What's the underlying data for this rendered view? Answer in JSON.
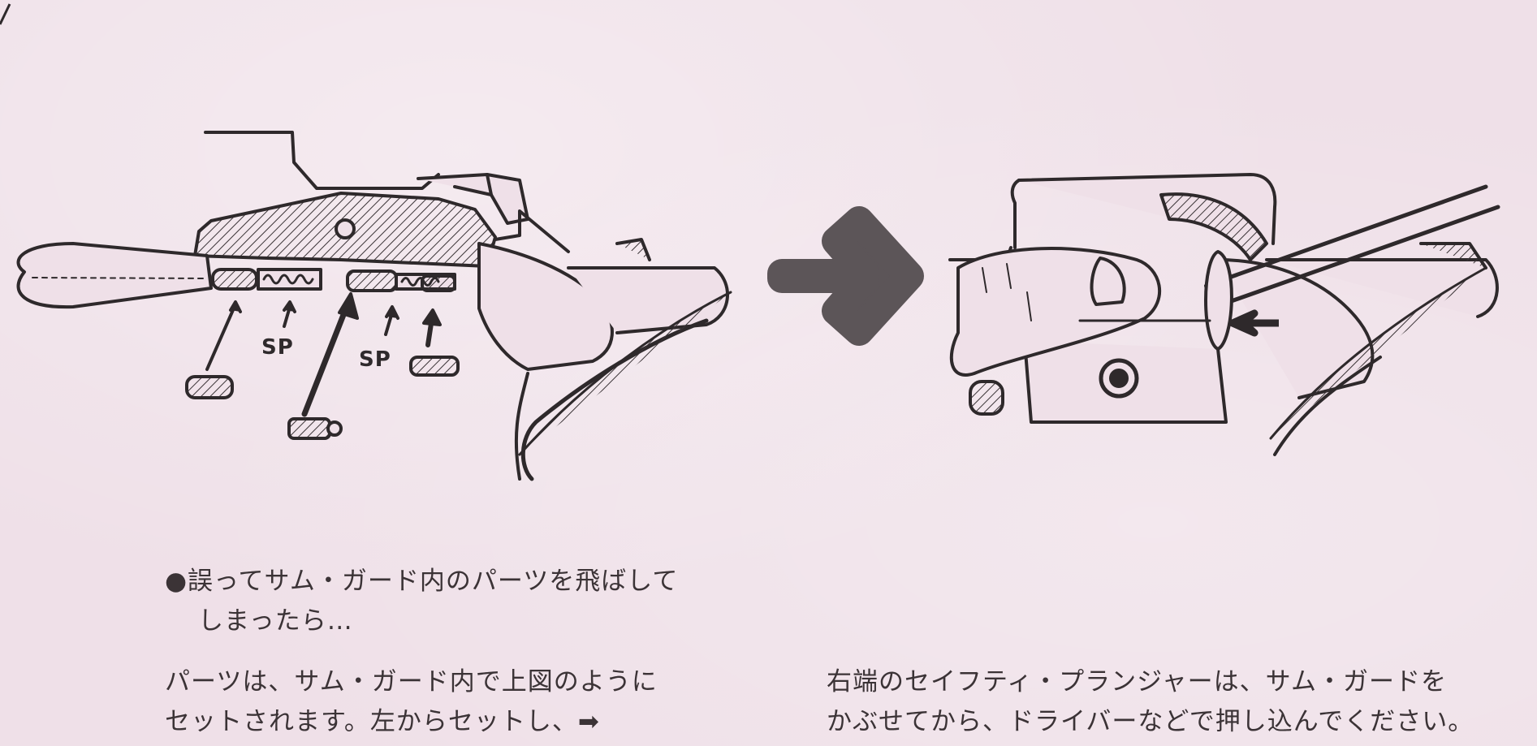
{
  "labels": {
    "sp_1": "SP",
    "sp_2": "SP"
  },
  "notes": {
    "bullet_line1": "●誤ってサム・ガード内のパーツを飛ばして",
    "bullet_line2": "しまったら…",
    "left_line1": "パーツは、サム・ガード内で上図のように",
    "left_line2": "セットされます。左からセットし、➡",
    "right_line1": "右端のセイフティ・プランジャーは、サム・ガードを",
    "right_line2": "かぶせてから、ドライバーなどで押し込んでください。"
  },
  "icons": {
    "center_arrow": "right-arrow-icon",
    "small_arrow": "push-arrow-icon"
  }
}
